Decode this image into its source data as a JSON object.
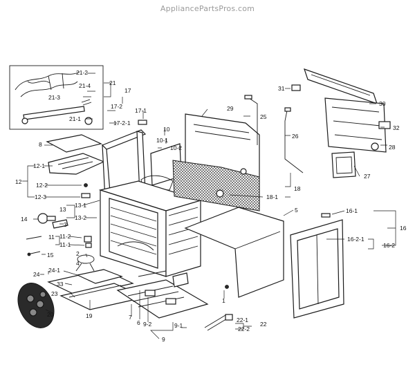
{
  "watermark": "AppliancePartsPros.com",
  "callouts": [
    "1",
    "2",
    "3",
    "4",
    "5",
    "6",
    "7",
    "8",
    "9",
    "9-1",
    "9-2",
    "10",
    "10-1",
    "10-2",
    "11",
    "11-1",
    "11-2",
    "12",
    "12-1",
    "12-2",
    "12-3",
    "13",
    "13-1",
    "13-2",
    "14",
    "15",
    "16",
    "16-1",
    "16-2",
    "16-2-1",
    "17",
    "17-1",
    "17-2",
    "17-2-1",
    "18",
    "18-1",
    "19",
    "20",
    "21",
    "21-1",
    "21-2",
    "21-3",
    "21-4",
    "22",
    "22-1",
    "22-2",
    "23",
    "24",
    "24-1",
    "25",
    "26",
    "27",
    "28",
    "29",
    "30",
    "31",
    "32",
    "33"
  ]
}
